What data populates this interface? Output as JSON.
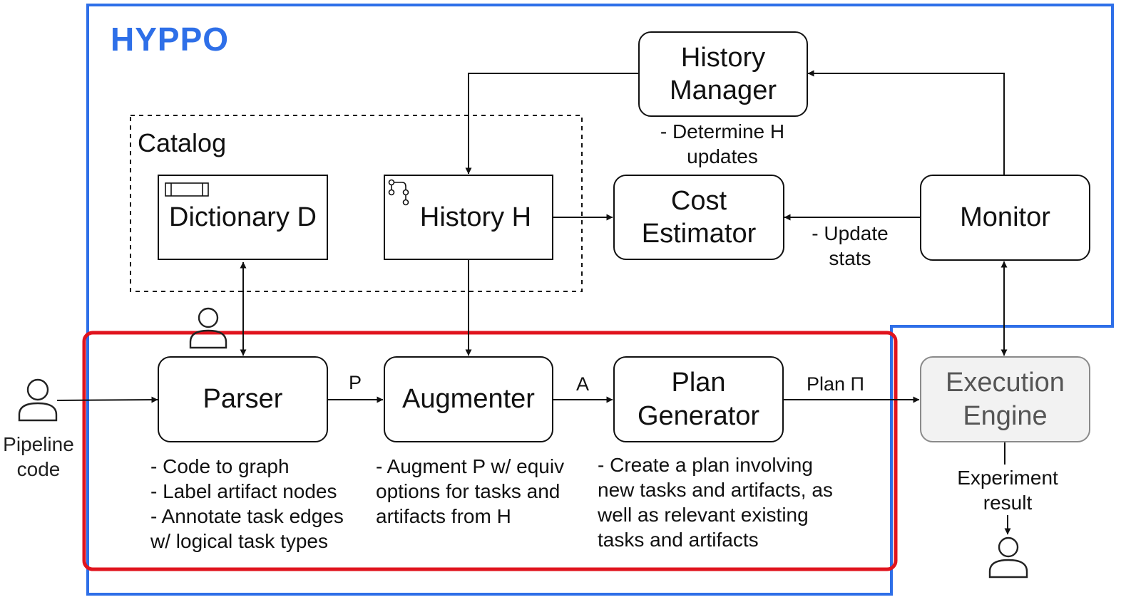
{
  "system_title": "HYPPO",
  "catalog": {
    "title": "Catalog"
  },
  "nodes": {
    "dictionary": "Dictionary D",
    "history": "History H",
    "history_manager": "History\nManager",
    "cost_estimator": "Cost\nEstimator",
    "monitor": "Monitor",
    "parser": "Parser",
    "augmenter": "Augmenter",
    "plan_generator": "Plan\nGenerator",
    "execution_engine": "Execution\nEngine"
  },
  "notes": {
    "history_manager": "- Determine H\nupdates",
    "update_stats": "- Update\nstats",
    "parser": "- Code to graph\n- Label artifact nodes\n- Annotate task edges\nw/ logical task types",
    "augmenter": "- Augment P w/ equiv\noptions for tasks and\nartifacts from H",
    "plan_generator": "- Create a plan involving\nnew tasks and artifacts, as\nwell as relevant existing\ntasks and artifacts",
    "pipeline_code": "Pipeline\ncode",
    "experiment_result": "Experiment\nresult"
  },
  "edge_labels": {
    "p": "P",
    "a": "A",
    "plan": "Plan Π"
  },
  "icons": [
    "user-icon",
    "list-icon",
    "branch-icon",
    "arrow-icon"
  ],
  "colors": {
    "hyppo_border": "#2e6fe8",
    "highlight_border": "#e0141e",
    "execution_fill": "#f2f2f2",
    "execution_text": "#555555"
  }
}
